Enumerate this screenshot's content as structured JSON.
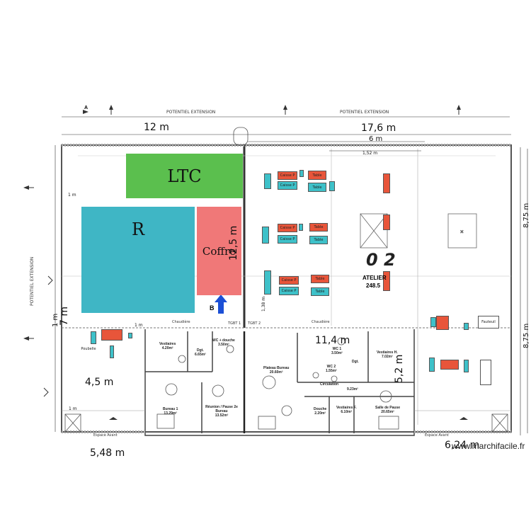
{
  "plan": {
    "potentiel_top_left": "POTENTIEL EXTENSION",
    "potentiel_top_right": "POTENTIEL EXTENSION",
    "potentiel_left": "POTENTIEL EXTENSION",
    "section_a": "A",
    "section_b": "B",
    "zones": {
      "ltc": "LTC",
      "r": "R",
      "coffre": "Coffre"
    },
    "atelier_number": "0 2",
    "atelier_label": "ATELIER",
    "atelier_area": "248.5",
    "rooms": {
      "vestiaires": "Vestiaires",
      "vestiaires_area": "4.20m²",
      "dgt_left": "Dgt.",
      "dgt_left_area": "6.65m²",
      "wc_douche": "WC + douche",
      "wc_douche_area": "3.50m²",
      "bureau1": "Bureau 1",
      "bureau1_area": "13.29m²",
      "reunion": "Réunion / Pause 2e Bureau",
      "reunion_area": "13.52m²",
      "plateau": "Plateau Bureau",
      "plateau_area": "20.60m²",
      "wc1": "WC 1",
      "wc1_area": "3.50m²",
      "wc2": "WC 2",
      "wc2_area": "1.55m²",
      "circulation": "Circulation",
      "circulation_area": "9.23m²",
      "douche": "Douche",
      "douche_area": "2.20m²",
      "vestiaires_f": "Vestiaires F.",
      "vestiaires_f_area": "6.10m²",
      "vestiaires_h": "Vestiaires H.",
      "vestiaires_h_area": "7.02m²",
      "dgt_right": "Dgt.",
      "salle_pause": "Salle de Pause",
      "salle_pause_area": "20.65m²",
      "chaudiere1": "Chaudière",
      "chaudiere2": "Chaudière",
      "tgbt1": "TGBT 1",
      "tgbt2": "TGBT 2",
      "espace_avant1": "Espace Avant",
      "espace_avant2": "Espace Avant",
      "poubelle": "Poubelle"
    },
    "dimensions": {
      "d12m": "12 m",
      "d17_6m": "17,6 m",
      "d6m": "6 m",
      "d12_5m": "12,5 m",
      "d7m": "7 m",
      "d1m": "1 m",
      "d4_5m": "4,5 m",
      "d11_4m": "11,4 m",
      "d5_2m": "5,2 m",
      "d5_48m": "5,48 m",
      "d6_24m": "6,24 m",
      "d8_75a": "8,75 m",
      "d8_75b": "8,75 m",
      "d1_52m": "1,52 m",
      "d1_38m": "1,38 m",
      "d1m_small": "1 m",
      "d1m_small2": "1 m",
      "d1m_small3": "1 m"
    },
    "equipment": {
      "caisse": "Caisse P",
      "table": "Table",
      "table_c": "Table",
      "fauteuil": "Fauteuil"
    },
    "watermark": "www.marchifacile.fr"
  },
  "colors": {
    "ltc": "#5bbf4e",
    "r": "#3fb6c5",
    "coffre": "#f07878",
    "equip_red": "#e8553a",
    "equip_cyan": "#3ec1c9",
    "arrow_blue": "#1b4fd6"
  }
}
